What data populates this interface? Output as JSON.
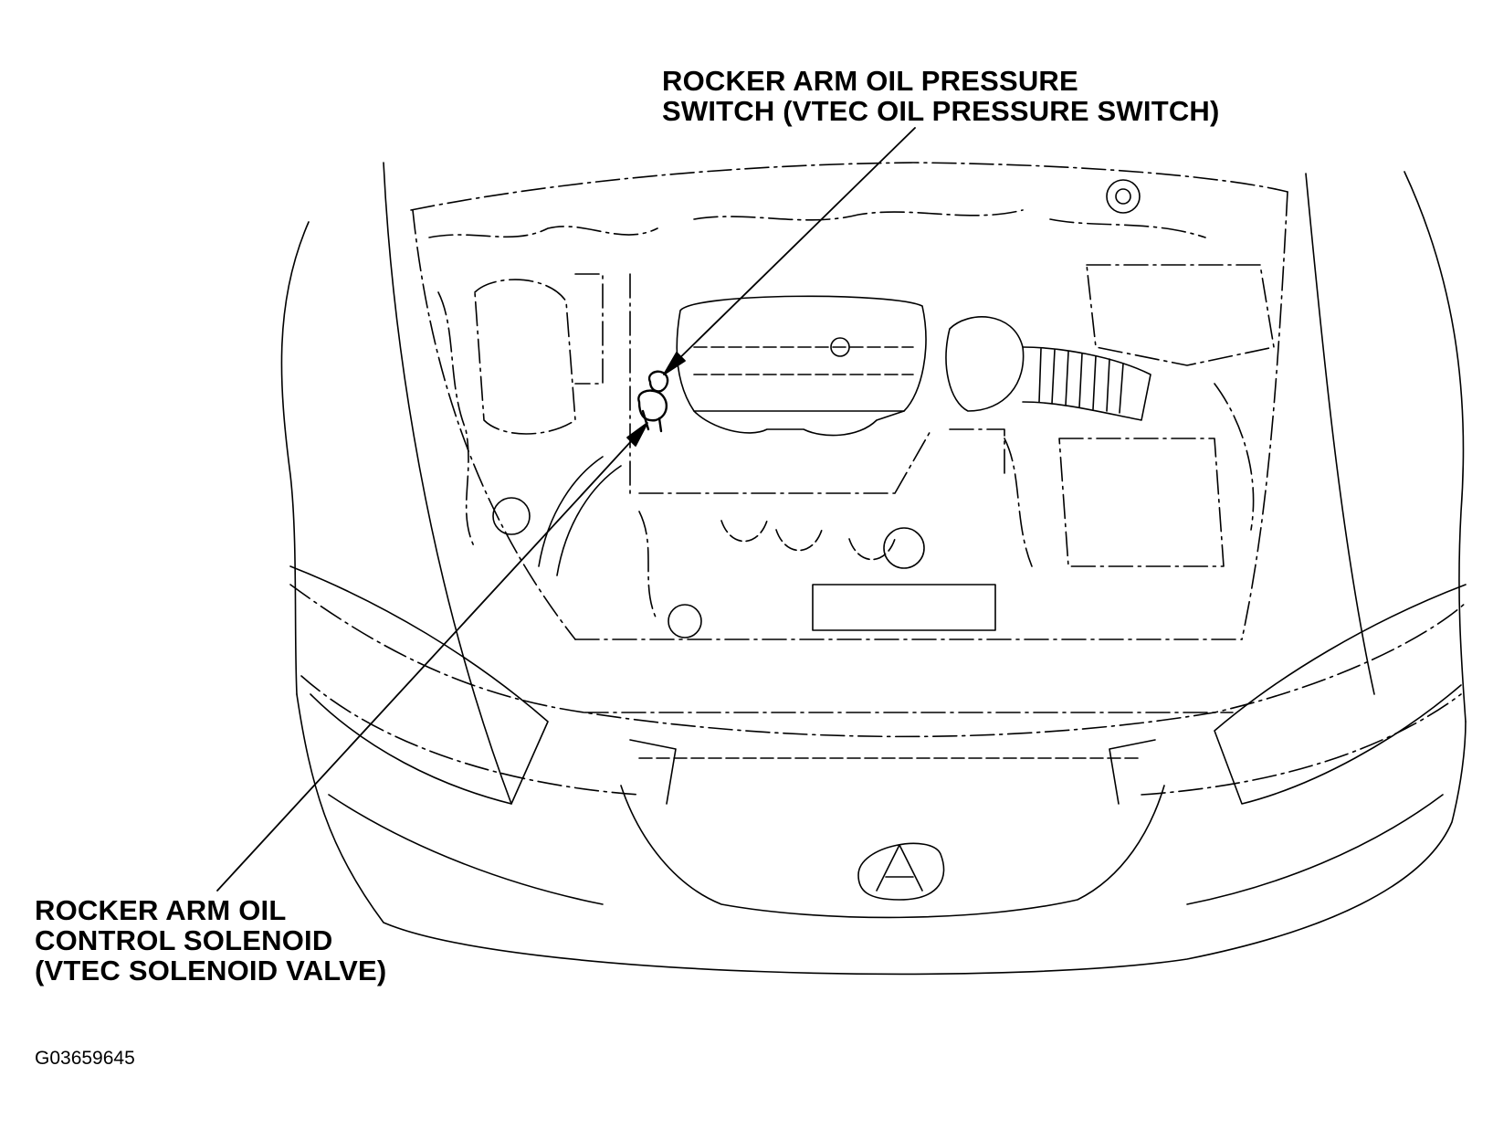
{
  "callouts": {
    "pressure_switch": {
      "line1": "ROCKER ARM OIL PRESSURE",
      "line2": "SWITCH (VTEC OIL PRESSURE SWITCH)"
    },
    "control_solenoid": {
      "line1": "ROCKER ARM OIL",
      "line2": "CONTROL SOLENOID",
      "line3": "(VTEC SOLENOID VALVE)"
    }
  },
  "figure_id": "G03659645",
  "colors": {
    "line": "#000000",
    "background": "#ffffff"
  }
}
